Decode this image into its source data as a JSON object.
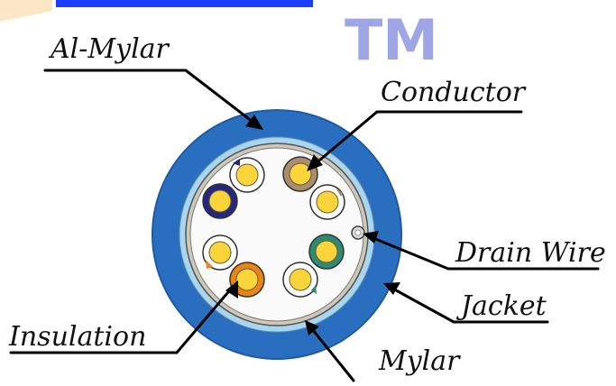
{
  "watermark": {
    "text": "TM",
    "color": "#9fa6e6"
  },
  "labels": {
    "al_mylar": "Al-Mylar",
    "conductor": "Conductor",
    "drain_wire": "Drain Wire",
    "jacket": "Jacket",
    "insulation": "Insulation",
    "mylar": "Mylar"
  },
  "colors": {
    "jacket": "#2a6fbf",
    "jacket_edge": "#1e5aa3",
    "al_mylar_layer": "#a9d6ef",
    "mylar_layer": "#cfc8b8",
    "core_fill": "#fafafa",
    "conductor": "#f9d43a",
    "insulation_white": "#ffffff",
    "insulation_brown": "#a98d6c",
    "insulation_blue": "#24287f",
    "insulation_green": "#2f8a72",
    "insulation_orange": "#ea8413",
    "banner": "#1a3dff",
    "accent_bg": "#fbe7c6"
  },
  "pairs": [
    {
      "name": "brown",
      "colored": "insulation_brown"
    },
    {
      "name": "blue",
      "colored": "insulation_blue"
    },
    {
      "name": "green",
      "colored": "insulation_green"
    },
    {
      "name": "orange",
      "colored": "insulation_orange"
    }
  ]
}
